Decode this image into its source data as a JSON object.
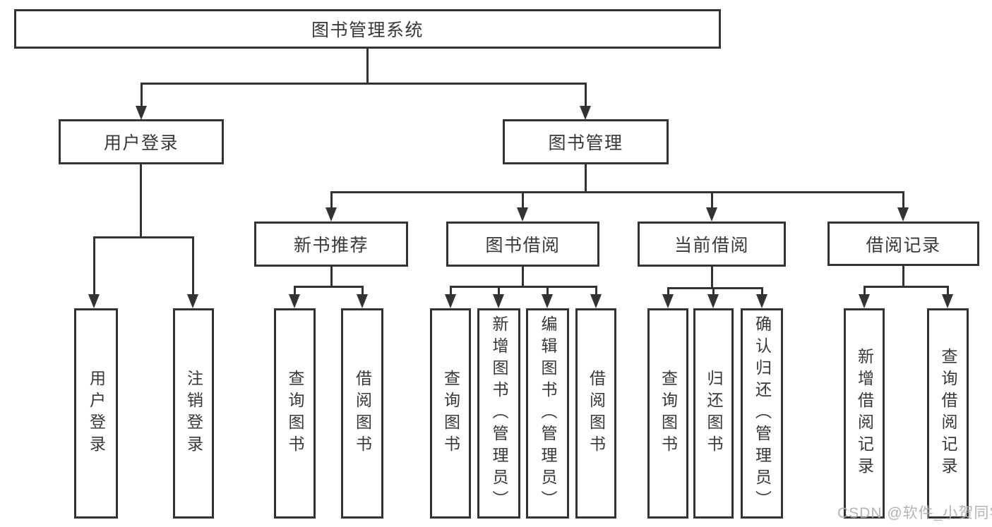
{
  "diagram": {
    "title": "图书管理系统",
    "watermark": "CSDN @软件_小贺同学",
    "colors": {
      "line": "#333333",
      "text": "#383838",
      "watermark": "#acacac",
      "background": "#ffffff"
    },
    "tree": {
      "label": "图书管理系统",
      "children": [
        {
          "label": "用户登录",
          "children": [
            {
              "label": "用户登录"
            },
            {
              "label": "注销登录"
            }
          ]
        },
        {
          "label": "图书管理",
          "children": [
            {
              "label": "新书推荐",
              "children": [
                {
                  "label": "查询图书"
                },
                {
                  "label": "借阅图书"
                }
              ]
            },
            {
              "label": "图书借阅",
              "children": [
                {
                  "label": "查询图书"
                },
                {
                  "label": "新增图书（管理员）"
                },
                {
                  "label": "编辑图书（管理员）"
                },
                {
                  "label": "借阅图书"
                }
              ]
            },
            {
              "label": "当前借阅",
              "children": [
                {
                  "label": "查询图书"
                },
                {
                  "label": "归还图书"
                },
                {
                  "label": "确认归还（管理员）"
                }
              ]
            },
            {
              "label": "借阅记录",
              "children": [
                {
                  "label": "新增借阅记录"
                },
                {
                  "label": "查询借阅记录"
                }
              ]
            }
          ]
        }
      ]
    }
  }
}
